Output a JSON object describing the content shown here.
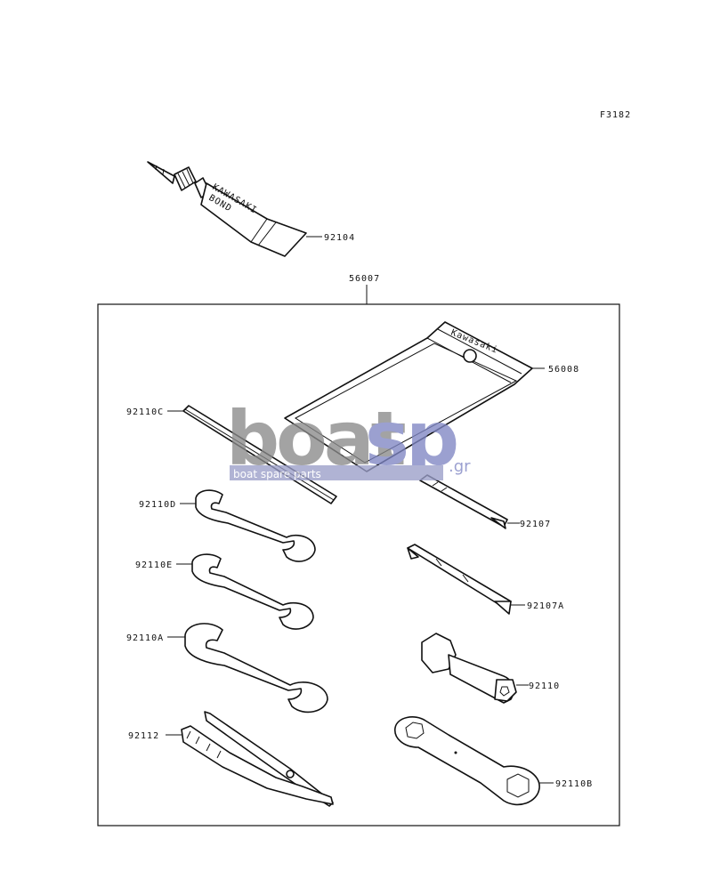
{
  "figure_code": "F3182",
  "kit_label": "56007",
  "parts": {
    "bond": "92104",
    "bag": "56008",
    "hex_key": "92110C",
    "screwdriver": "92107",
    "screwdriver_bit": "92107A",
    "wrench_d": "92110D",
    "wrench_e": "92110E",
    "wrench_a": "92110A",
    "plug_wrench": "92110",
    "pliers": "92112",
    "ring_wrench": "92110B"
  },
  "bond_tube_text": [
    "KAWASAKI",
    "BOND"
  ],
  "bag_text": "Kawasaki",
  "watermark": {
    "brand": "boatsp",
    "brand_a": "boat",
    "brand_b": "sp",
    "tld": ".gr",
    "tagline": "boat spare parts",
    "colors": {
      "gray": "#8a8a8a",
      "blue": "#7f86c4",
      "tagline_bg": "#9a9ec9"
    }
  }
}
